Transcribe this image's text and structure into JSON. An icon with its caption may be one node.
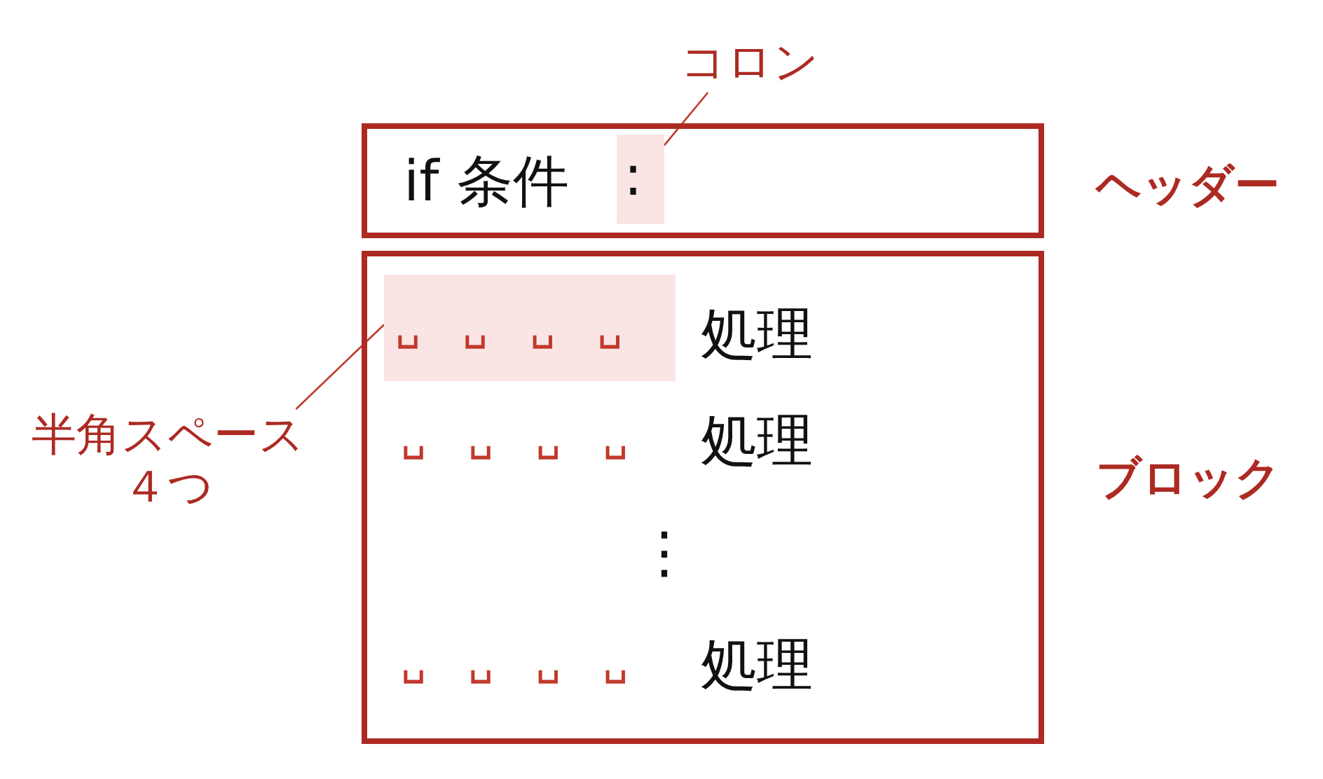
{
  "diagram": {
    "nodes": [
      {
        "text": [
          "if 条件"
        ],
        "beside": [
          "ヘッダー"
        ]
      },
      {
        "text": [
          ":"
        ],
        "in": 0
      },
      {
        "text": [
          "コロン"
        ]
      },
      {
        "text": [
          "処理",
          "␣␣␣␣",
          "処理",
          "⋮",
          "␣␣␣␣",
          "処理"
        ],
        "beside": [
          "ブロック"
        ]
      },
      {
        "text": [
          "␣␣␣␣"
        ],
        "in": 3
      },
      {
        "text": [
          "半角スペース４つ"
        ]
      }
    ],
    "edges": [
      {
        "from": 2,
        "to": 1,
        "arrow": "none"
      },
      {
        "from": 5,
        "to": 4,
        "arrow": "none"
      }
    ]
  }
}
